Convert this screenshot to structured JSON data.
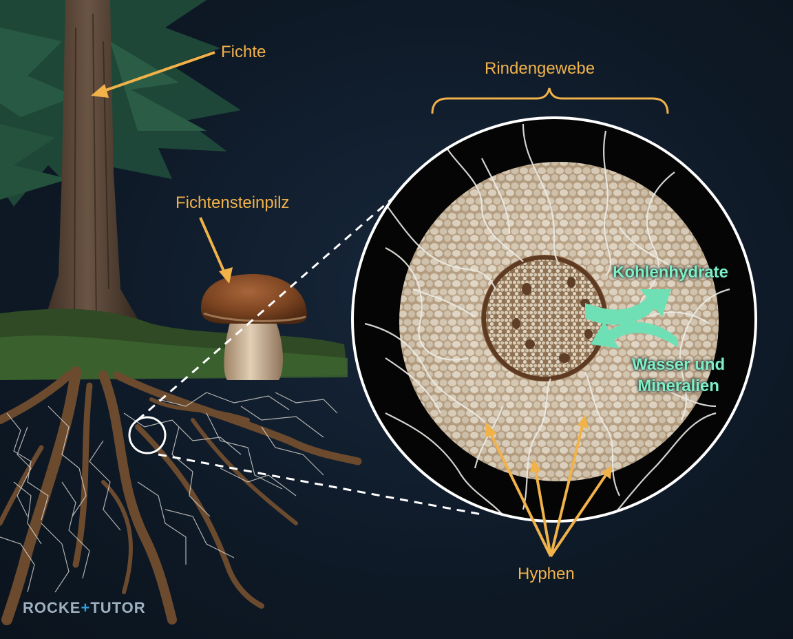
{
  "labels": {
    "tree": "Fichte",
    "mushroom": "Fichtensteinpilz",
    "cortex": "Rindengewebe",
    "hyphae": "Hyphen"
  },
  "flows": {
    "carbohydrates": "Kohlenhydrate",
    "water_line1": "Wasser und",
    "water_line2": "Mineralien"
  },
  "logo": {
    "part1": "ROCKE",
    "plus": "+",
    "part2": "TUTOR"
  },
  "colors": {
    "background": "#0f1a24",
    "label": "#f1b24a",
    "flow": "#7ff0c4",
    "hyphae": "#e9e6df",
    "root": "#6b4a2e"
  }
}
